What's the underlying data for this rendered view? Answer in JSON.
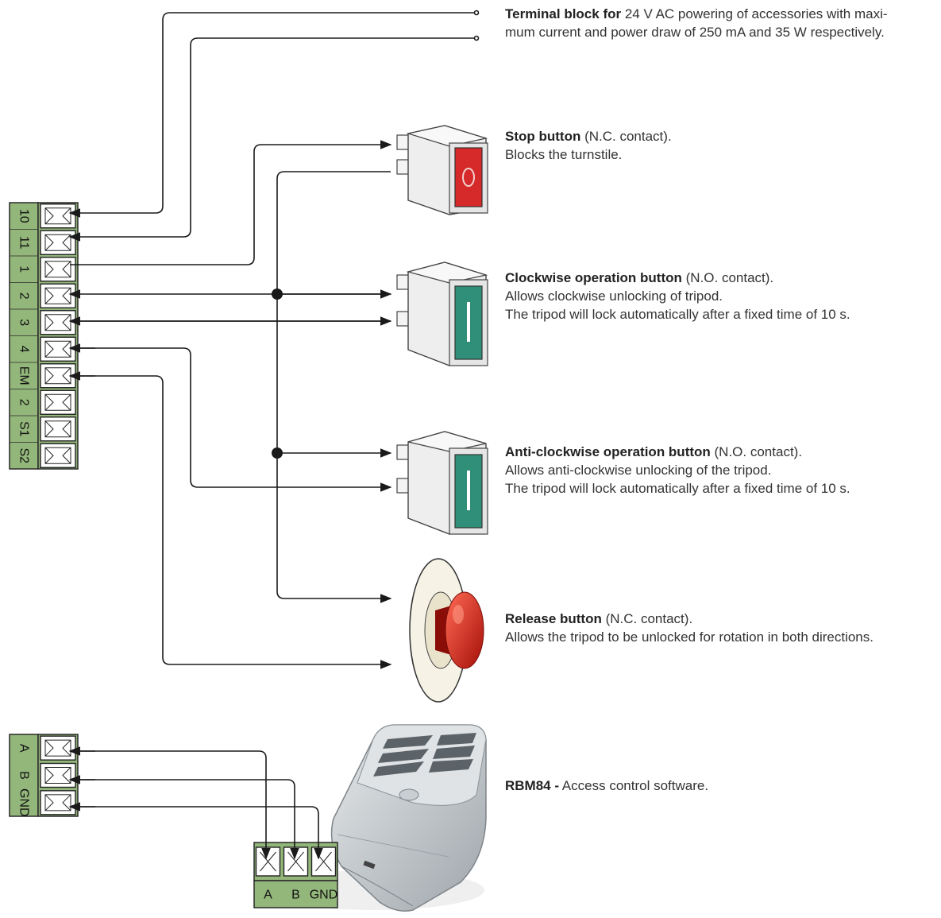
{
  "colors": {
    "terminal_green": "#93b67a",
    "wire": "#1a1a1a",
    "stop_button": "#d62929",
    "operation_button": "#2f8f78",
    "release_button": "#cc1b12",
    "device_housing": "#cfd3d6"
  },
  "main_terminal": {
    "labels": [
      "10",
      "11",
      "1",
      "2",
      "3",
      "4",
      "EM",
      "2",
      "S1",
      "S2"
    ]
  },
  "bus_terminal_left": {
    "labels": [
      "A",
      "B",
      "GND"
    ]
  },
  "bus_terminal_device": {
    "labels": [
      "A",
      "B",
      "GND"
    ]
  },
  "descriptions": {
    "power": {
      "title": "Terminal block for",
      "line1_rest": " 24 V AC powering of accessories with maxi-",
      "line2": "mum current and power draw of 250 mA and 35 W respectively."
    },
    "stop": {
      "title": "Stop button",
      "title_rest": " (N.C. contact).",
      "line2": "Blocks the turnstile."
    },
    "clockwise": {
      "title": "Clockwise operation button",
      "title_rest": " (N.O. contact).",
      "line2": "Allows clockwise unlocking of tripod.",
      "line3": "The tripod will lock automatically after a fixed time of 10 s."
    },
    "anticlockwise": {
      "title": "Anti-clockwise operation button",
      "title_rest": " (N.O. contact).",
      "line2": "Allows anti-clockwise unlocking of the tripod.",
      "line3": "The tripod will lock automatically after a fixed time of 10 s."
    },
    "release": {
      "title": "Release button",
      "title_rest": " (N.C. contact).",
      "line2": "Allows the tripod to be unlocked for rotation in both directions."
    },
    "rbm84": {
      "title": "RBM84 -",
      "title_rest": " Access control software."
    }
  },
  "icons": {
    "stop_button": "stop-button-icon",
    "clockwise_button": "clockwise-button-icon",
    "anticlockwise_button": "anticlockwise-button-icon",
    "release_button": "mushroom-release-button-icon",
    "rbm84_device": "rbm84-device-icon"
  }
}
